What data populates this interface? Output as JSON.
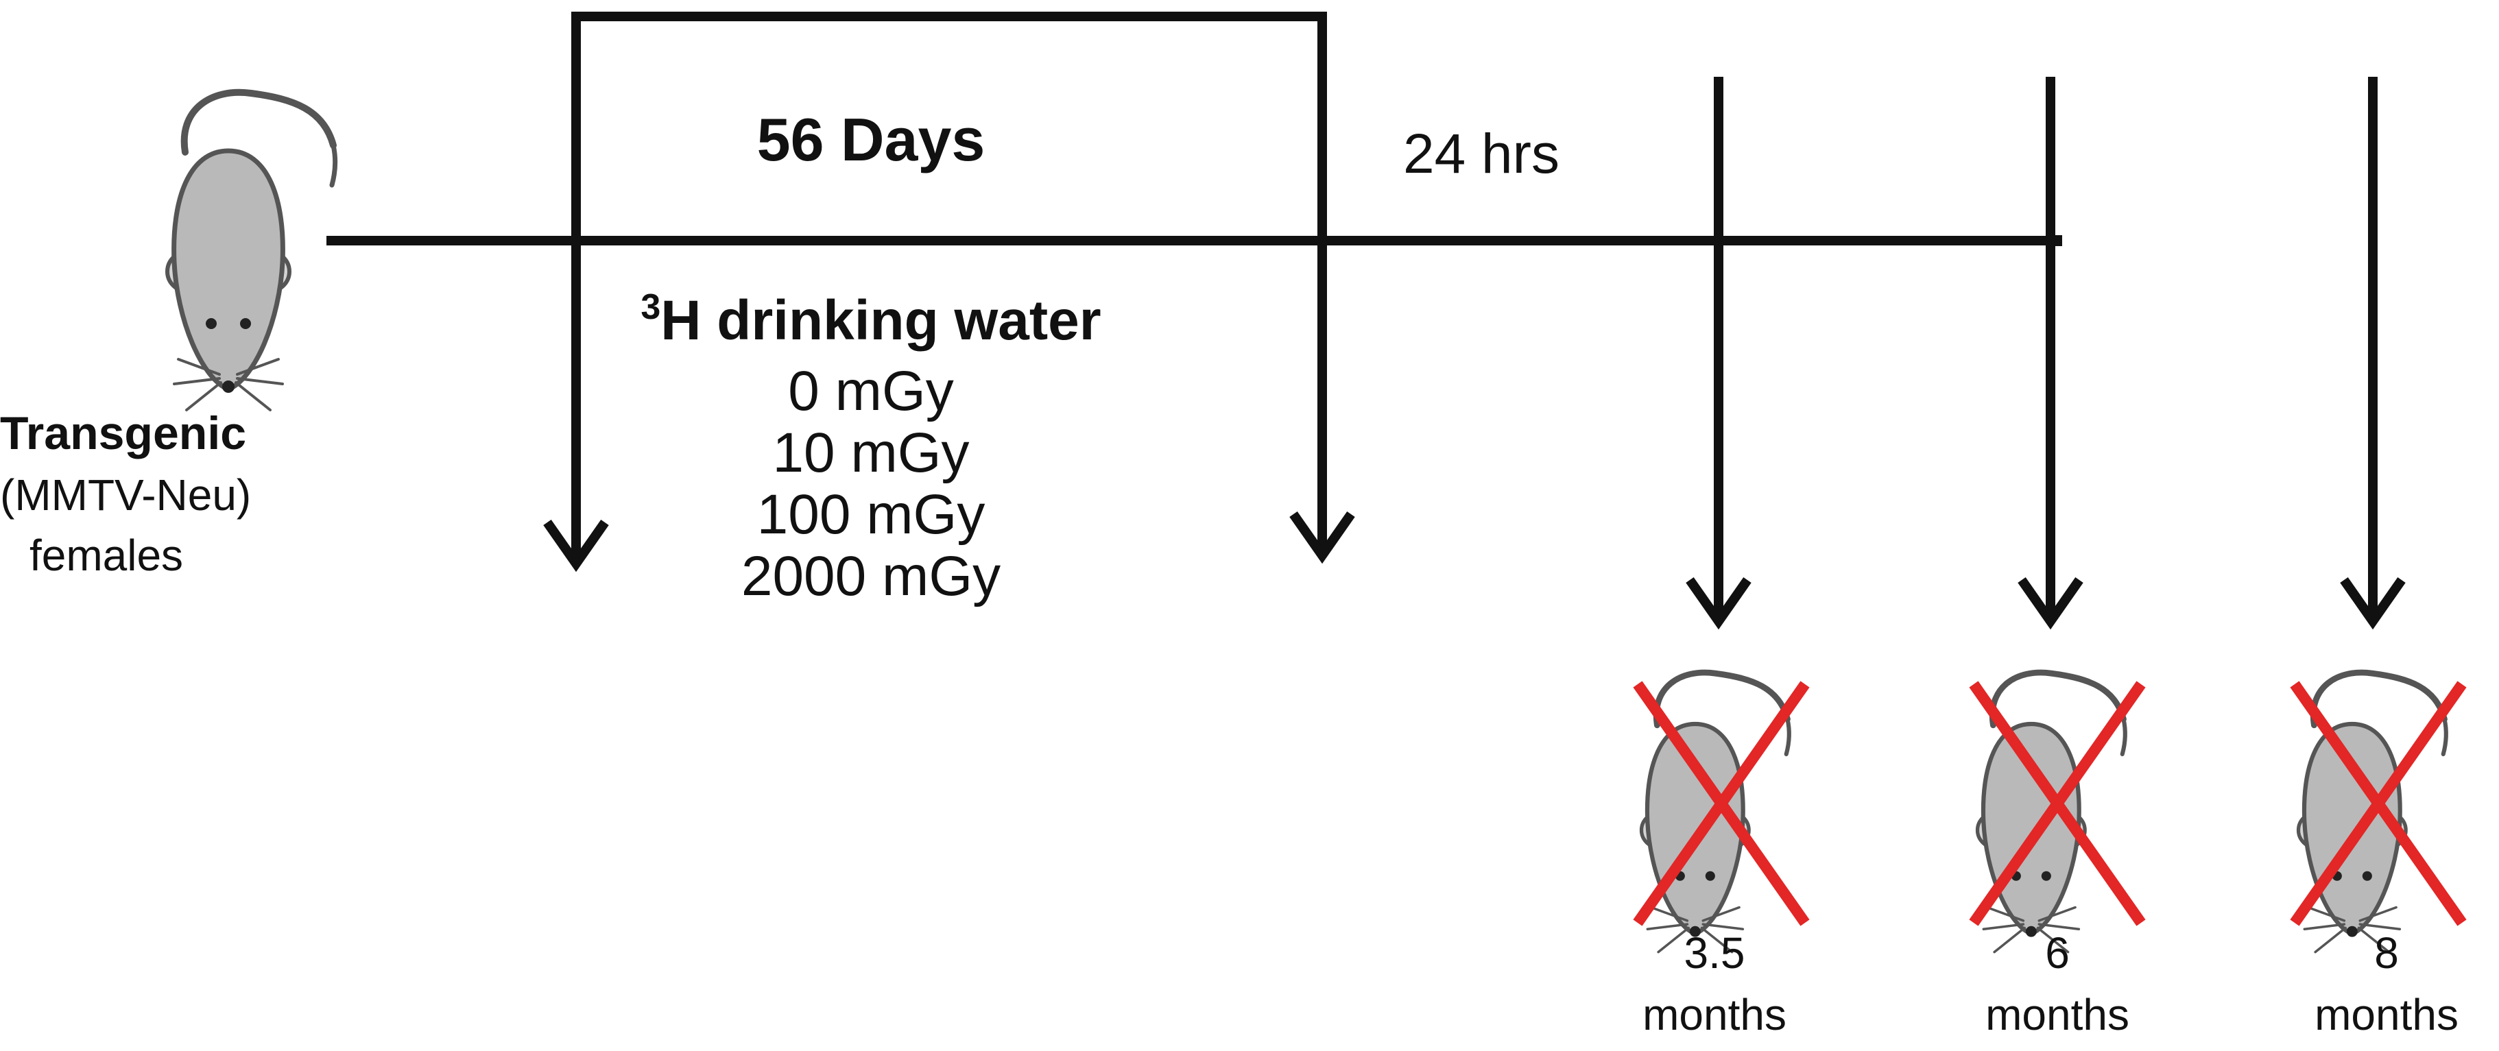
{
  "colors": {
    "ink": "#111111",
    "mouse_body": "#b9b9b9",
    "mouse_outline": "#555555",
    "mouse_ear": "#d4d4d4",
    "cross": "#e32626"
  },
  "icons": {
    "start": "mouse-icon",
    "endpoint": "sacrificed-mouse-icon"
  },
  "start": {
    "title": "Transgenic",
    "strain": "(MMTV-Neu)",
    "sex": "females"
  },
  "treatment": {
    "duration": "56 Days",
    "isotope_sup": "3",
    "agent": "H drinking water",
    "doses": [
      "0 mGy",
      "10 mGy",
      "100 mGy",
      "2000 mGy"
    ]
  },
  "interval": "24 hrs",
  "endpoints": [
    {
      "value": "3.5",
      "unit": "months"
    },
    {
      "value": "6",
      "unit": "months"
    },
    {
      "value": "8",
      "unit": "months"
    }
  ]
}
